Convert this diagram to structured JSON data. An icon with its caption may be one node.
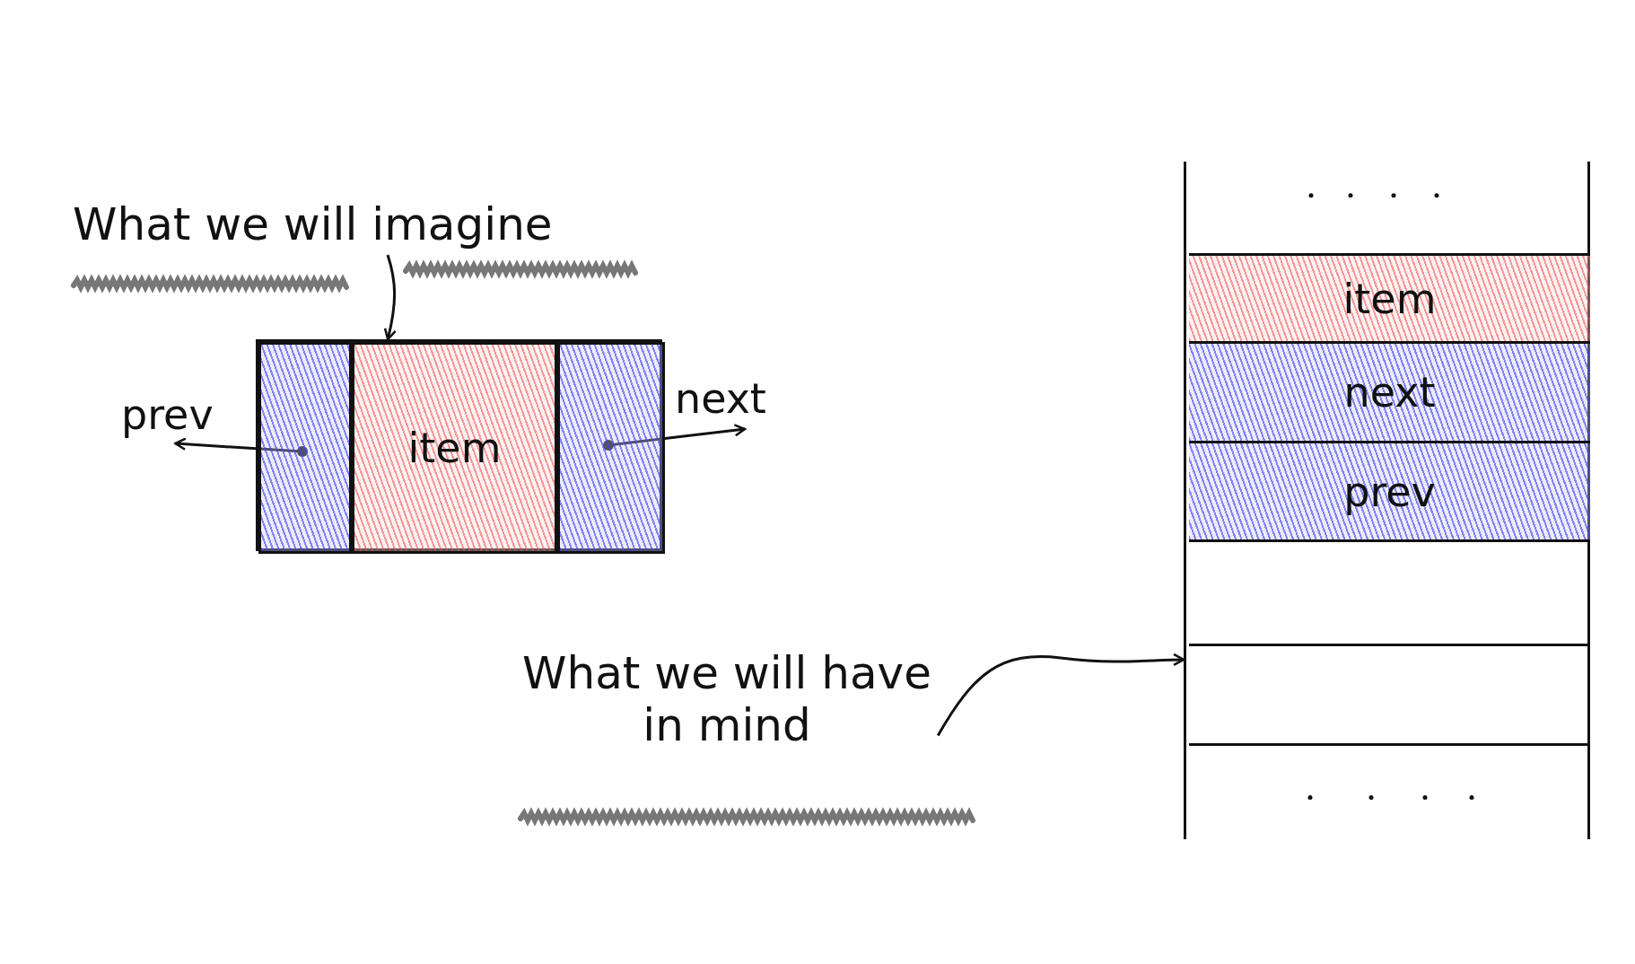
{
  "diagram": {
    "nodes": [
      {
        "text": [
          "What we will imagine"
        ]
      },
      {
        "text": [],
        "shape": "box"
      },
      {
        "text": [],
        "shape": "box",
        "in": 1
      },
      {
        "text": [
          "item"
        ],
        "in": 1
      },
      {
        "text": [],
        "shape": "box",
        "in": 1
      },
      {
        "text": [
          "prev"
        ]
      },
      {
        "text": [
          "next"
        ]
      },
      {
        "text": [
          "What we will have in mind"
        ]
      },
      {
        "text": [],
        "shape": "box"
      },
      {
        "text": [],
        "shape": "box",
        "in": 8
      },
      {
        "text": [
          "item"
        ],
        "in": 8
      },
      {
        "text": [
          "next"
        ],
        "in": 8
      },
      {
        "text": [
          "prev"
        ],
        "in": 8
      },
      {
        "text": [],
        "shape": "box",
        "in": 8
      },
      {
        "text": [],
        "shape": "box",
        "in": 8
      },
      {
        "text": [],
        "shape": "box",
        "in": 8
      }
    ],
    "edges": [
      {
        "from": 0,
        "to": 1,
        "arrow": "to"
      },
      {
        "from": 2,
        "to": 5,
        "arrow": "to"
      },
      {
        "from": 4,
        "to": 6,
        "arrow": "to"
      },
      {
        "from": 7,
        "to": 8,
        "arrow": "to"
      }
    ]
  }
}
